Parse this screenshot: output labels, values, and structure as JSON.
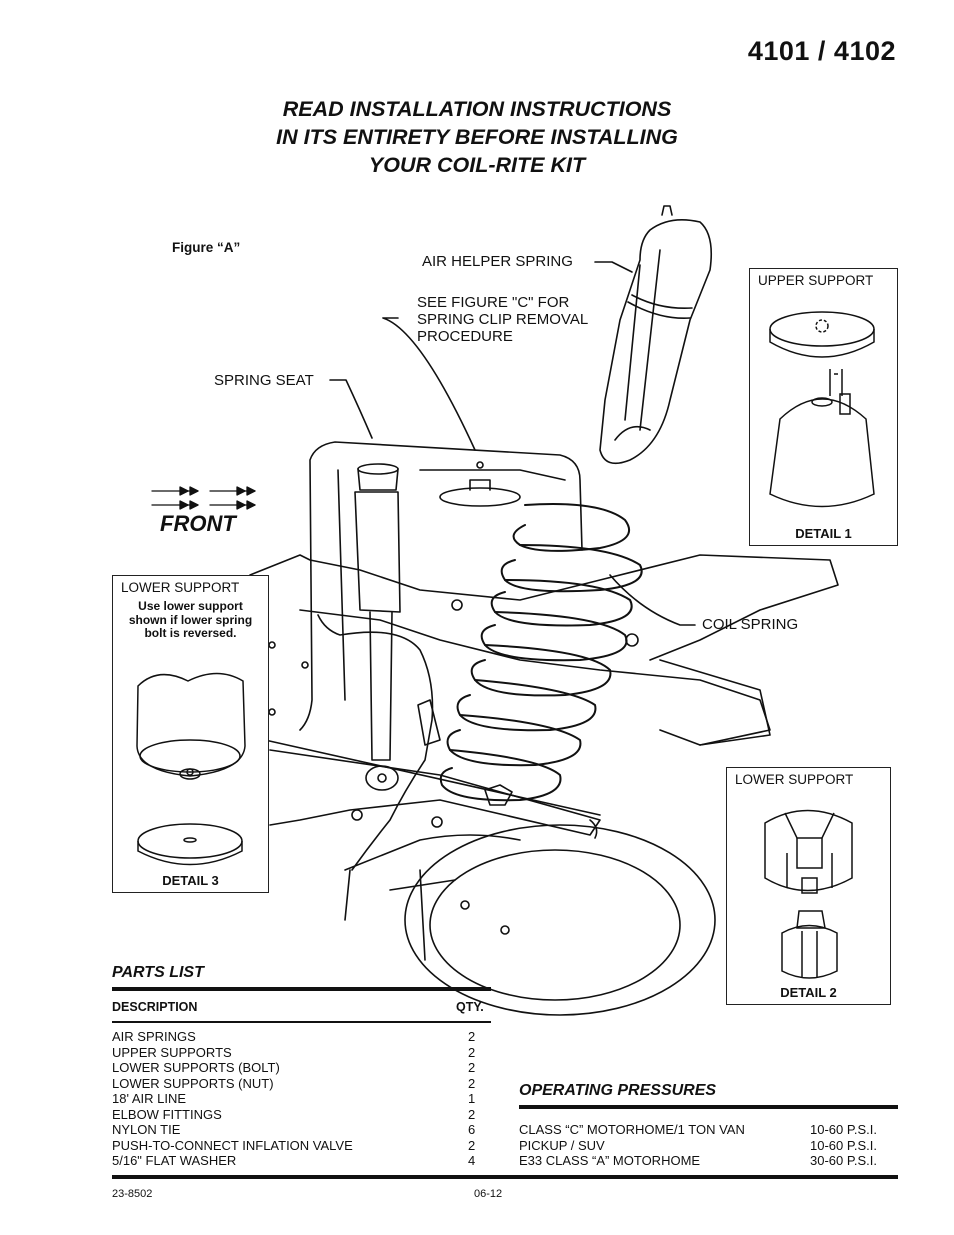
{
  "document": {
    "number": "4101 / 4102",
    "headline": [
      "READ INSTALLATION INSTRUCTIONS",
      "IN ITS ENTIRETY BEFORE INSTALLING",
      "YOUR COIL-RITE KIT"
    ]
  },
  "figure": {
    "label": "Figure “A”",
    "callouts": {
      "air_helper_spring": "AIR HELPER SPRING",
      "see_figure_c": [
        "SEE FIGURE \"C\" FOR",
        "SPRING CLIP REMOVAL",
        "PROCEDURE"
      ],
      "spring_seat": "SPRING SEAT",
      "coil_spring": "COIL SPRING",
      "front": "FRONT"
    },
    "detail_1": {
      "title": "UPPER SUPPORT",
      "caption": "DETAIL 1"
    },
    "detail_2": {
      "title": "LOWER SUPPORT",
      "caption": "DETAIL 2"
    },
    "detail_3": {
      "title": "LOWER SUPPORT",
      "note": [
        "Use lower support",
        "shown if lower spring",
        "bolt is reversed."
      ],
      "caption": "DETAIL 3"
    }
  },
  "parts_list": {
    "title": "PARTS LIST",
    "columns": [
      "DESCRIPTION",
      "QTY."
    ],
    "rows": [
      {
        "description": "AIR SPRINGS",
        "qty": "2"
      },
      {
        "description": "UPPER SUPPORTS",
        "qty": "2"
      },
      {
        "description": "LOWER SUPPORTS (BOLT)",
        "qty": "2"
      },
      {
        "description": "LOWER SUPPORTS (NUT)",
        "qty": "2"
      },
      {
        "description": "18' AIR LINE",
        "qty": "1"
      },
      {
        "description": "ELBOW FITTINGS",
        "qty": "2"
      },
      {
        "description": "NYLON TIE",
        "qty": "6"
      },
      {
        "description": "PUSH-TO-CONNECT INFLATION VALVE",
        "qty": "2"
      },
      {
        "description": "5/16\" FLAT WASHER",
        "qty": "4"
      }
    ]
  },
  "operating_pressures": {
    "title": "OPERATING PRESSURES",
    "rows": [
      {
        "vehicle": "CLASS “C” MOTORHOME/1 TON VAN",
        "pressure": "10-60 P.S.I."
      },
      {
        "vehicle": "PICKUP / SUV",
        "pressure": "10-60 P.S.I."
      },
      {
        "vehicle": "E33 CLASS “A” MOTORHOME",
        "pressure": "30-60 P.S.I."
      }
    ]
  },
  "footer": {
    "part_number": "23-8502",
    "date": "06-12"
  }
}
